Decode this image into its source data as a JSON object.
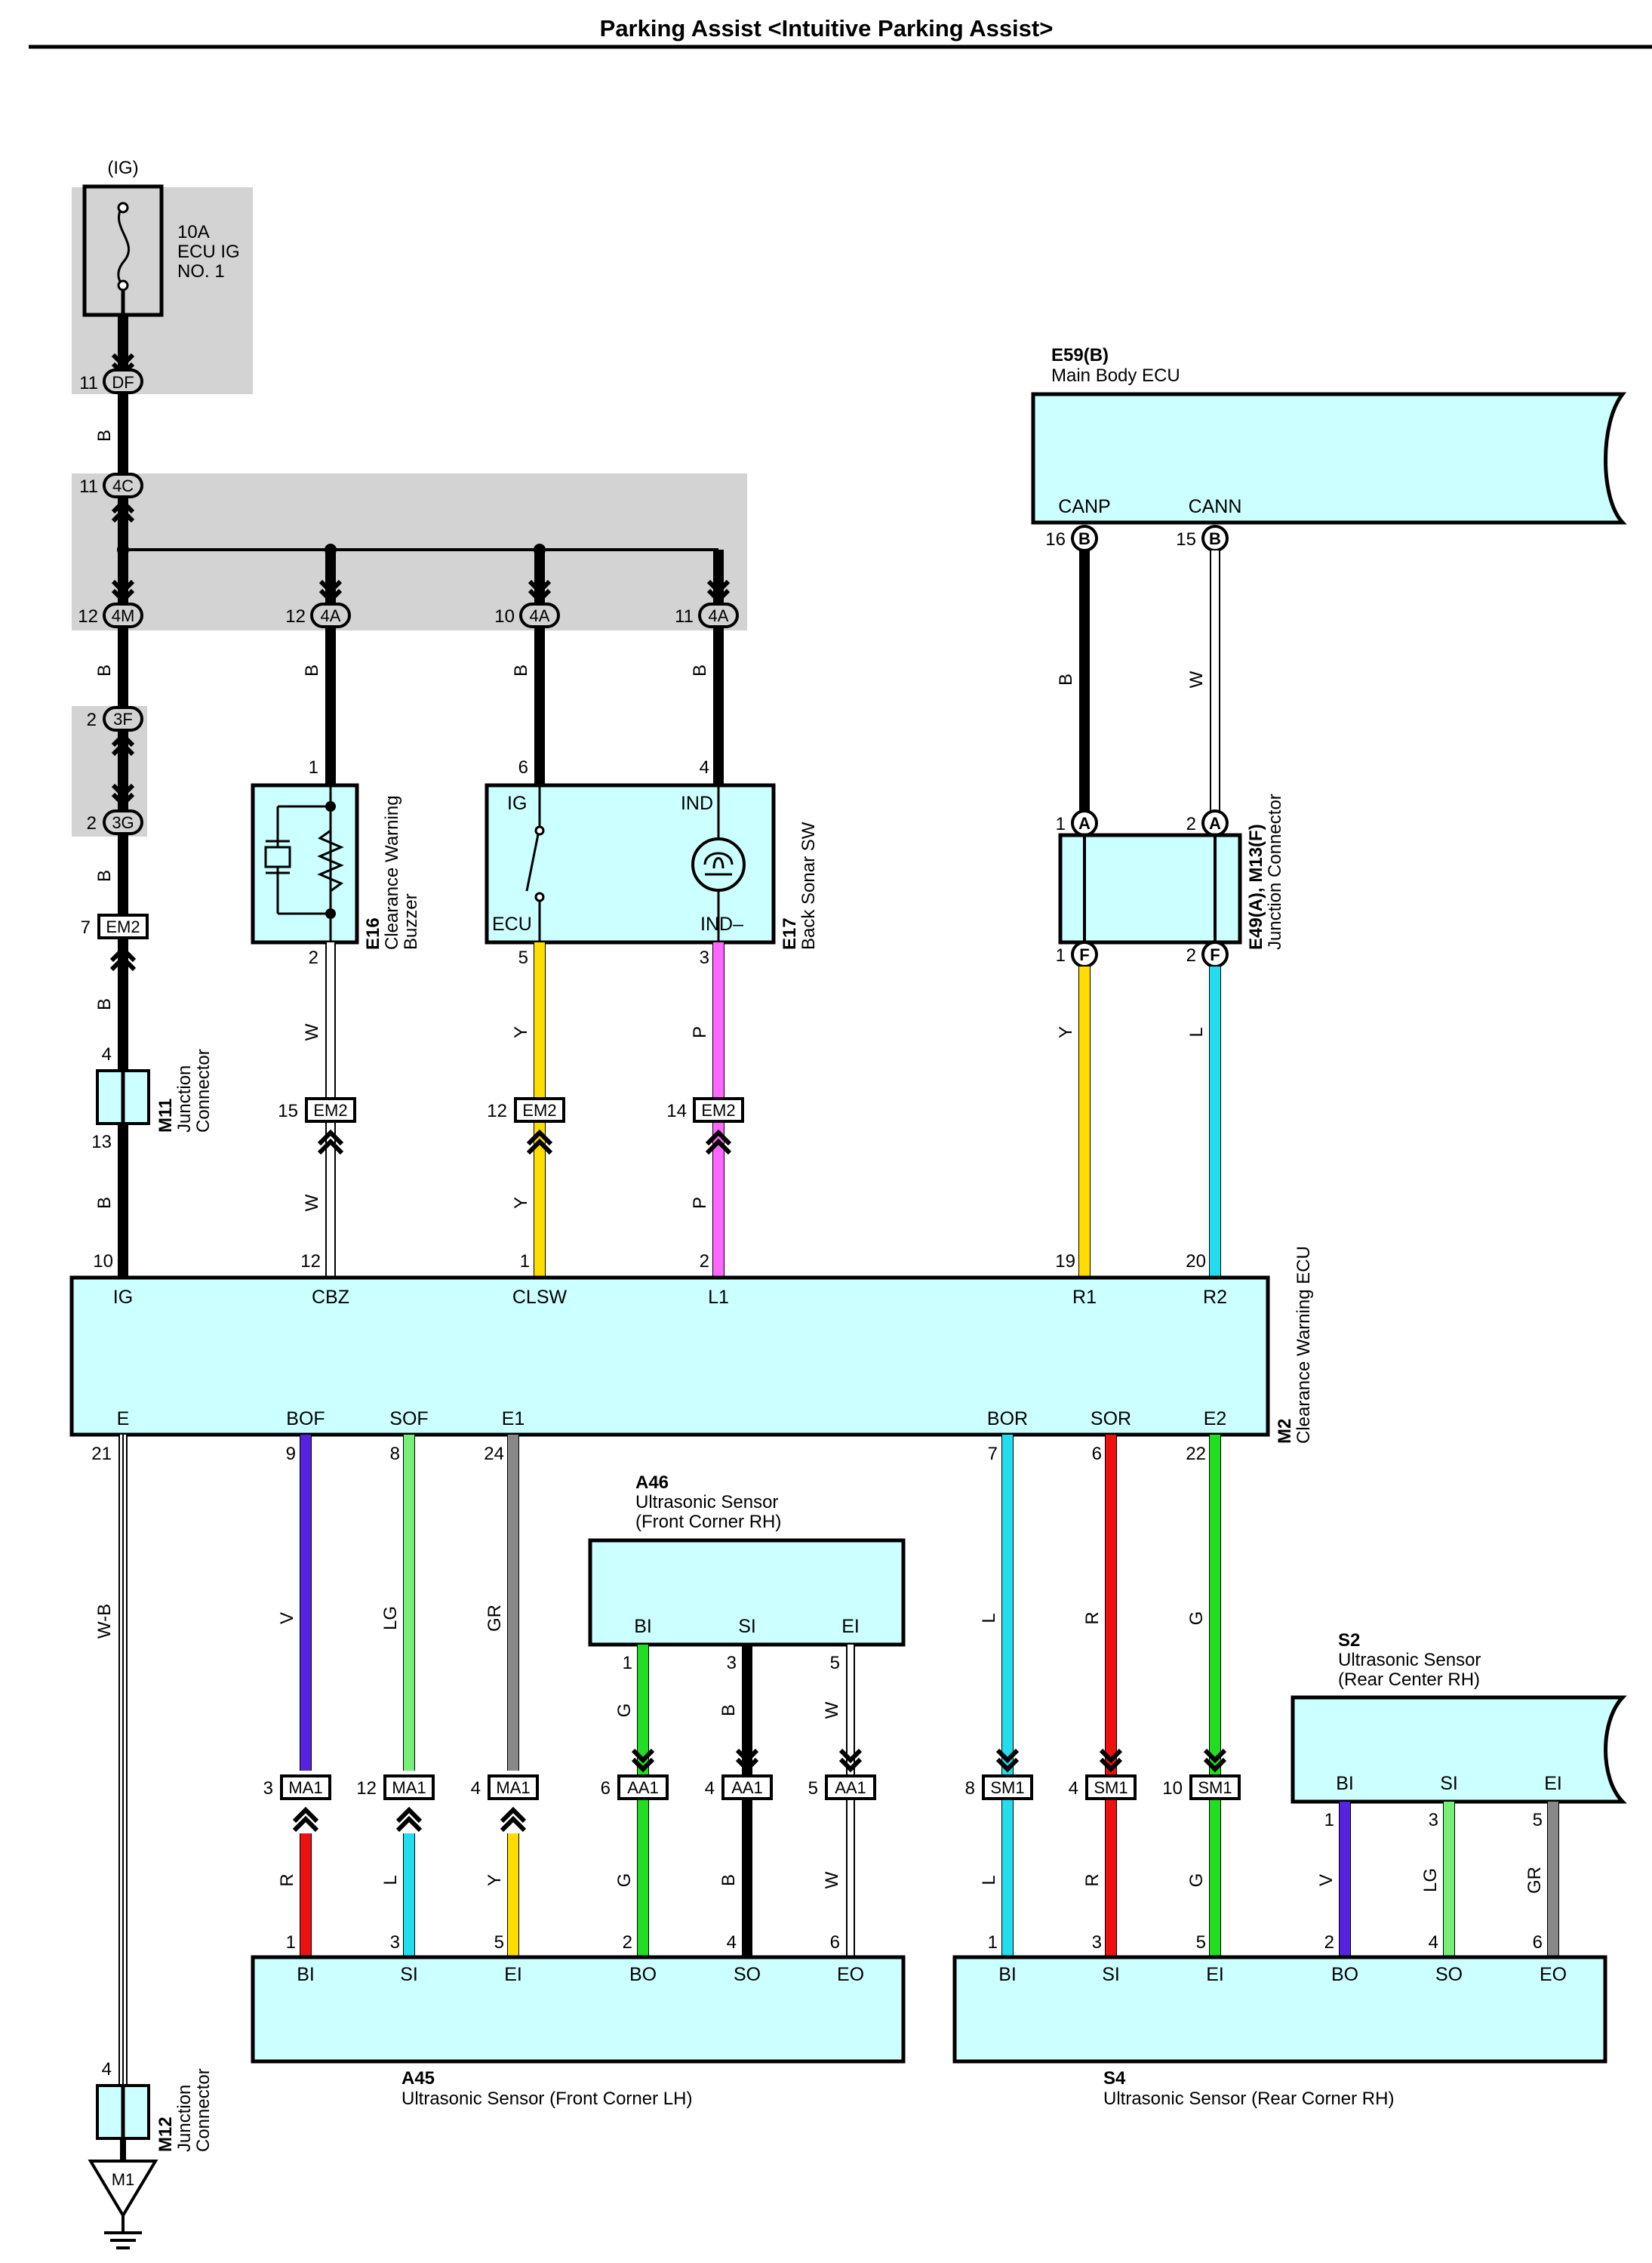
{
  "title": "Parking Assist <Intuitive Parking Assist>",
  "fuse": {
    "top_label": "(IG)",
    "line1": "10A",
    "line2": "ECU IG",
    "line3": "NO. 1"
  },
  "connectors": {
    "df": "DF",
    "c4c": "4C",
    "c4m": "4M",
    "c4a": "4A",
    "c3f": "3F",
    "c3g": "3G",
    "em2": "EM2",
    "ma1": "MA1",
    "aa1": "AA1",
    "sm1": "SM1",
    "b": "B",
    "a": "A",
    "f": "F",
    "m1": "M1"
  },
  "pins": {
    "df": "11",
    "c4c": "11",
    "c4m": "12",
    "c4a_1": "12",
    "c4a_2": "10",
    "c4a_3": "11",
    "c3f": "2",
    "c3g": "2",
    "em2_1": "7",
    "em2_2": "15",
    "em2_3": "12",
    "em2_4": "14",
    "buzz_top": "1",
    "buzz_bot": "2",
    "sonar_ig": "6",
    "sonar_ind": "4",
    "sonar_ecu": "5",
    "sonar_indm": "3",
    "m11_top": "4",
    "m11_bot": "13",
    "m12_top": "4",
    "ecu_ig": "10",
    "ecu_cbz": "12",
    "ecu_clsw": "1",
    "ecu_l1": "2",
    "ecu_r1": "19",
    "ecu_r2": "20",
    "ecu_e": "21",
    "ecu_bof": "9",
    "ecu_sof": "8",
    "ecu_e1": "24",
    "ecu_bor": "7",
    "ecu_sor": "6",
    "ecu_e2": "22",
    "canp": "16",
    "cann": "15",
    "jc_a1": "1",
    "jc_a2": "2",
    "jc_f1": "1",
    "jc_f2": "2",
    "ma1_1": "3",
    "ma1_2": "12",
    "ma1_3": "4",
    "aa1_1": "6",
    "aa1_2": "4",
    "aa1_3": "5",
    "sm1_1": "8",
    "sm1_2": "4",
    "sm1_3": "10",
    "a46_bi": "1",
    "a46_si": "3",
    "a46_ei": "5",
    "s2_bi": "1",
    "s2_si": "3",
    "s2_ei": "5",
    "a45_bi": "1",
    "a45_si": "3",
    "a45_ei": "5",
    "a45_bo": "2",
    "a45_so": "4",
    "a45_eo": "6",
    "s4_bi": "1",
    "s4_si": "3",
    "s4_ei": "5",
    "s4_bo": "2",
    "s4_so": "4",
    "s4_eo": "6"
  },
  "wire_codes": {
    "b": "B",
    "w": "W",
    "y": "Y",
    "p": "P",
    "l": "L",
    "wb": "W-B",
    "v": "V",
    "lg": "LG",
    "gr": "GR",
    "r": "R",
    "g": "G"
  },
  "components": {
    "e16": {
      "code": "E16",
      "name1": "Clearance Warning",
      "name2": "Buzzer"
    },
    "e17": {
      "code": "E17",
      "name": "Back Sonar SW",
      "pin_ig": "IG",
      "pin_ind": "IND",
      "pin_ecu": "ECU",
      "pin_indm": "IND–"
    },
    "m11": {
      "code": "M11",
      "name1": "Junction",
      "name2": "Connector"
    },
    "m12": {
      "code": "M12",
      "name1": "Junction",
      "name2": "Connector"
    },
    "e59": {
      "code": "E59(B)",
      "name": "Main Body ECU",
      "pin_canp": "CANP",
      "pin_cann": "CANN"
    },
    "jc": {
      "code": "E49(A), M13(F)",
      "name": "Junction Connector"
    },
    "m2": {
      "code": "M2",
      "name": "Clearance Warning ECU",
      "top_pins": [
        "IG",
        "CBZ",
        "CLSW",
        "L1",
        "R1",
        "R2"
      ],
      "bottom_pins": [
        "E",
        "BOF",
        "SOF",
        "E1",
        "BOR",
        "SOR",
        "E2"
      ]
    },
    "a46": {
      "code": "A46",
      "name1": "Ultrasonic Sensor",
      "name2": "(Front Corner RH)",
      "pins": [
        "BI",
        "SI",
        "EI"
      ]
    },
    "s2": {
      "code": "S2",
      "name1": "Ultrasonic Sensor",
      "name2": "(Rear Center RH)",
      "pins": [
        "BI",
        "SI",
        "EI"
      ]
    },
    "a45": {
      "code": "A45",
      "name": "Ultrasonic Sensor (Front Corner LH)",
      "pins": [
        "BI",
        "SI",
        "EI",
        "BO",
        "SO",
        "EO"
      ]
    },
    "s4": {
      "code": "S4",
      "name": "Ultrasonic Sensor (Rear Corner RH)",
      "pins": [
        "BI",
        "SI",
        "EI",
        "BO",
        "SO",
        "EO"
      ]
    }
  },
  "colors": {
    "black": "#000000",
    "white": "#ffffff",
    "yellow": "#ffdd00",
    "pink": "#ff66ff",
    "sky": "#22ddee",
    "violet": "#5522dd",
    "lightgreen": "#77ee77",
    "gray": "#888888",
    "red": "#ee1111",
    "green": "#22dd22",
    "box_fill": "#ccffff",
    "shade": "#d3d3d3"
  }
}
